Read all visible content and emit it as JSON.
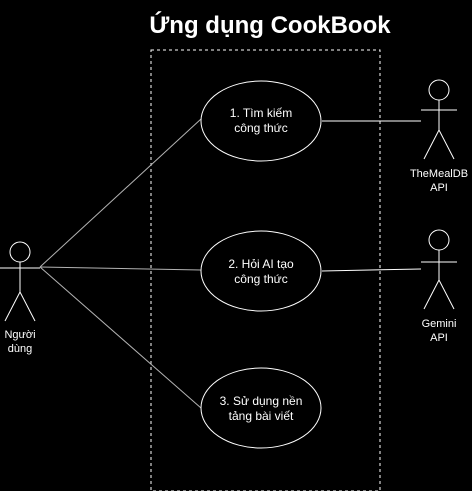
{
  "title": "Ứng dụng CookBook",
  "colors": {
    "background": "#000000",
    "stroke": "#ffffff",
    "association": "#b3b3b3",
    "text": "#ffffff"
  },
  "use_cases": [
    {
      "lines": [
        "1. Tìm kiếm",
        "công thức"
      ]
    },
    {
      "lines": [
        "2. Hỏi AI tạo",
        "công thức"
      ]
    },
    {
      "lines": [
        "3. Sử dụng nền",
        "tảng bài viết"
      ]
    }
  ],
  "actors": {
    "user": {
      "lines": [
        "Người",
        "dùng"
      ]
    },
    "themealdb": {
      "lines": [
        "TheMealDB",
        "API"
      ]
    },
    "gemini": {
      "lines": [
        "Gemini",
        "API"
      ]
    }
  }
}
